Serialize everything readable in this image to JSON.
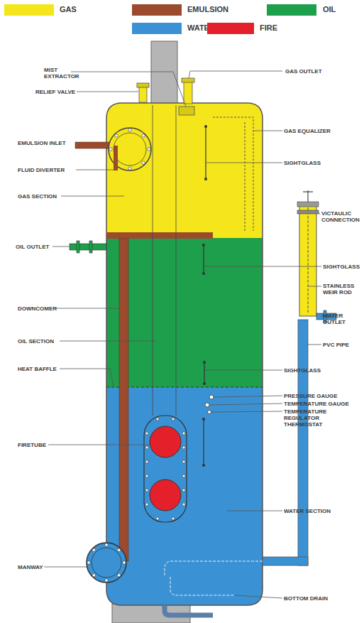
{
  "diagram": {
    "labels": [
      "MIST EXTRACTOR",
      "GAS OUTLET",
      "RELIEF VALVE",
      "GAS EQUALIZER",
      "EMULSION INLET",
      "SIGHTGLASS",
      "FLUID DIVERTER",
      "GAS SECTION",
      "VICTAULIC CONNECTION",
      "OIL OUTLET",
      "SIGHTGLASS",
      "STAINLESS WEIR ROD",
      "DOWNCOMER",
      "WATER OUTLET",
      "OIL SECTION",
      "PVC PIPE",
      "HEAT BAFFLE",
      "SIGHTGLASS",
      "PRESSURE GAUGE",
      "TEMPERATURE GAUGE",
      "TEMPERATURE REGULATOR THERMOSTAT",
      "FIRETUBE",
      "WATER SECTION",
      "MANWAY",
      "BOTTOM DRAIN"
    ],
    "legend": [
      {
        "text": "GAS",
        "color": "#f4e61b"
      },
      {
        "text": "EMULSION",
        "color": "#9c4a2e"
      },
      {
        "text": "OIL",
        "color": "#1d9f4c"
      },
      {
        "text": "WATER",
        "color": "#3a92d4"
      },
      {
        "text": "FIRE",
        "color": "#e4202a"
      }
    ]
  }
}
